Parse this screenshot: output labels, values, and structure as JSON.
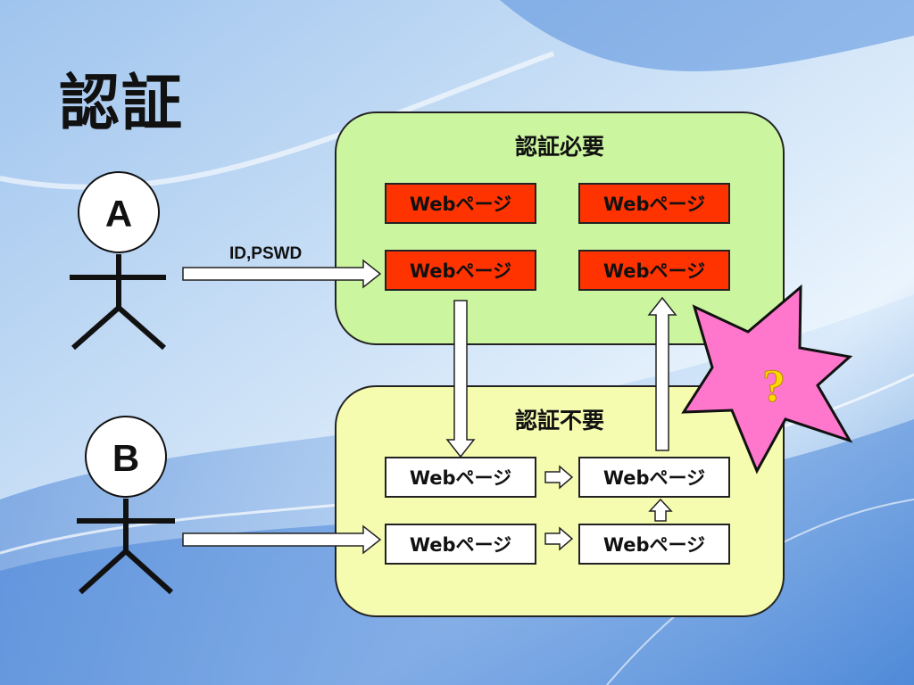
{
  "slide": {
    "title": "認証"
  },
  "users": [
    {
      "label": "A"
    },
    {
      "label": "B"
    }
  ],
  "credential_label": "ID,PSWD",
  "auth_required": {
    "title": "認証必要",
    "pages": [
      "Webページ",
      "Webページ",
      "Webページ",
      "Webページ"
    ]
  },
  "auth_not_required": {
    "title": "認証不要",
    "pages": [
      "Webページ",
      "Webページ",
      "Webページ",
      "Webページ"
    ]
  },
  "alert": {
    "symbol": "?"
  },
  "colors": {
    "auth_panel": "#ccf5a0",
    "free_panel": "#f5fcb0",
    "protected_page": "#ff3300",
    "public_page": "#ffffff",
    "alert_burst": "#ff77cc",
    "alert_symbol": "#ffd700"
  }
}
